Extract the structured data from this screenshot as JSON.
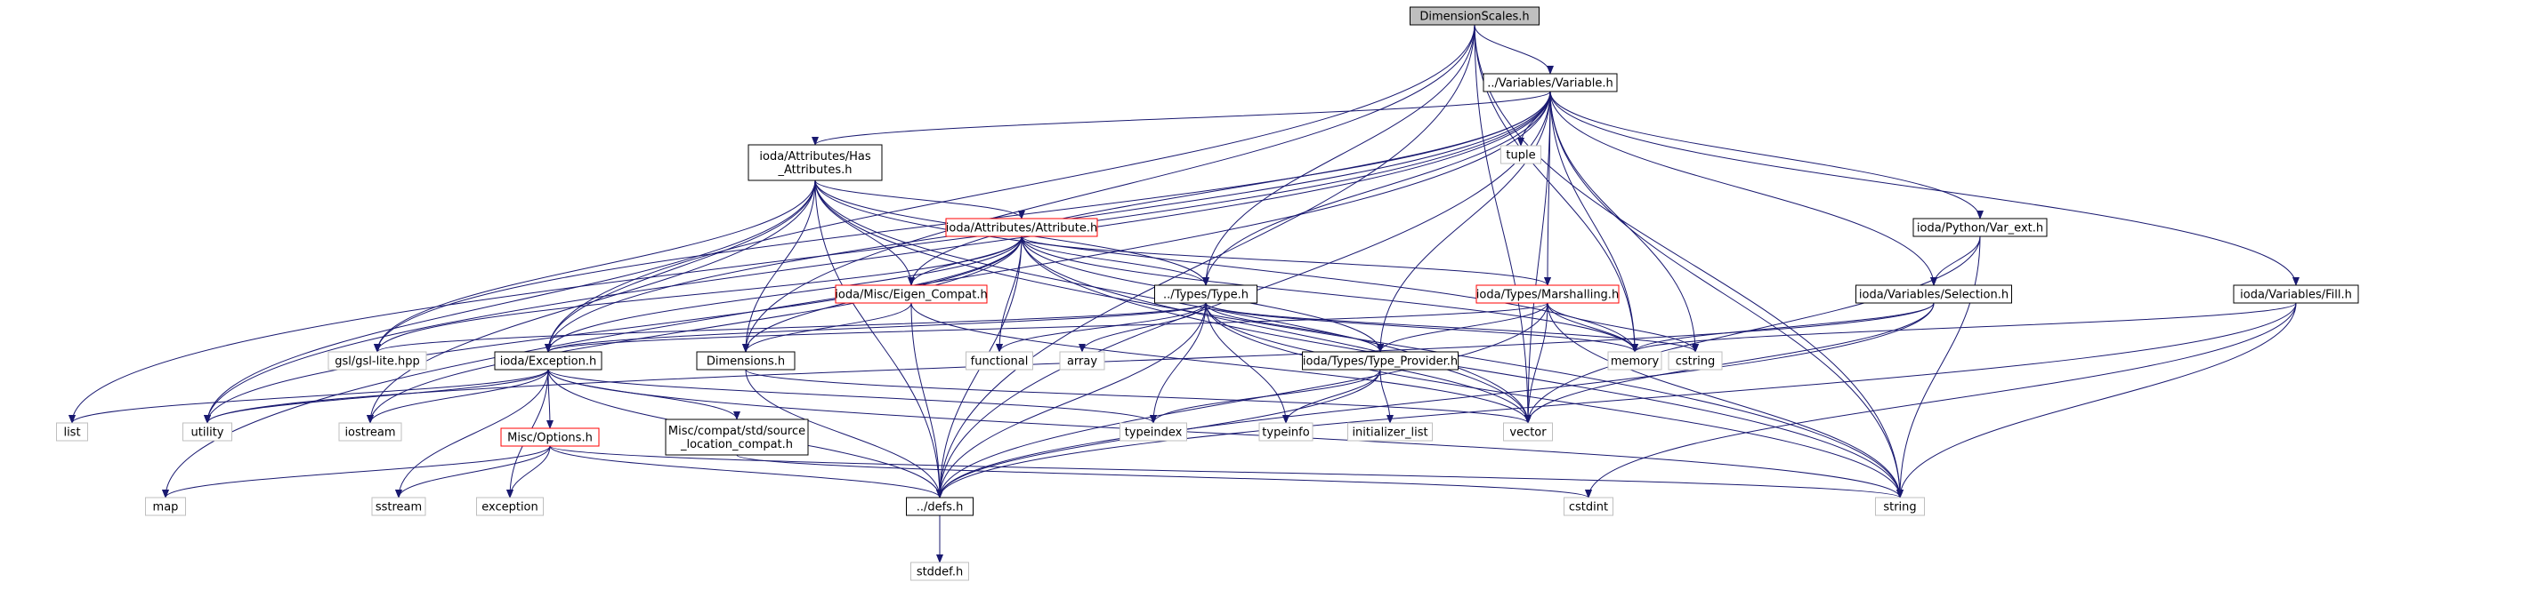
{
  "colors": {
    "background": "#ffffff",
    "edge": "#191970",
    "border_normal": "#000000",
    "border_red": "#ff0000",
    "border_gray": "#bfbfbf",
    "root_fill": "#bfbfbf",
    "node_fill": "#ffffff"
  },
  "nodes": [
    {
      "id": "dimscales",
      "label": "DimensionScales.h",
      "style": "root"
    },
    {
      "id": "variable",
      "label": "../Variables/Variable.h",
      "style": "normal"
    },
    {
      "id": "hasattrs",
      "lines": [
        "ioda/Attributes/Has",
        "_Attributes.h"
      ],
      "style": "normal"
    },
    {
      "id": "attribute",
      "label": "ioda/Attributes/Attribute.h",
      "style": "red"
    },
    {
      "id": "eigen",
      "label": "ioda/Misc/Eigen_Compat.h",
      "style": "red"
    },
    {
      "id": "type",
      "label": "../Types/Type.h",
      "style": "normal"
    },
    {
      "id": "marshalling",
      "label": "ioda/Types/Marshalling.h",
      "style": "red"
    },
    {
      "id": "pyvar",
      "label": "ioda/Python/Var_ext.h",
      "style": "normal"
    },
    {
      "id": "selection",
      "label": "ioda/Variables/Selection.h",
      "style": "normal"
    },
    {
      "id": "fill",
      "label": "ioda/Variables/Fill.h",
      "style": "normal"
    },
    {
      "id": "exception",
      "label": "ioda/Exception.h",
      "style": "normal"
    },
    {
      "id": "dimensions",
      "label": "Dimensions.h",
      "style": "normal"
    },
    {
      "id": "typeprovider",
      "label": "ioda/Types/Type_Provider.h",
      "style": "normal"
    },
    {
      "id": "options",
      "label": "Misc/Options.h",
      "style": "red"
    },
    {
      "id": "srcloc",
      "lines": [
        "Misc/compat/std/source",
        "_location_compat.h"
      ],
      "style": "normal"
    },
    {
      "id": "defs",
      "label": "../defs.h",
      "style": "normal"
    },
    {
      "id": "stddef",
      "label": "stddef.h",
      "style": "gray"
    },
    {
      "id": "tuple",
      "label": "tuple",
      "style": "gray"
    },
    {
      "id": "gsllite",
      "label": "gsl/gsl-lite.hpp",
      "style": "gray"
    },
    {
      "id": "functional",
      "label": "functional",
      "style": "gray"
    },
    {
      "id": "array",
      "label": "array",
      "style": "gray"
    },
    {
      "id": "cstring",
      "label": "cstring",
      "style": "gray"
    },
    {
      "id": "memory",
      "label": "memory",
      "style": "gray"
    },
    {
      "id": "list",
      "label": "list",
      "style": "gray"
    },
    {
      "id": "utility",
      "label": "utility",
      "style": "gray"
    },
    {
      "id": "iostream",
      "label": "iostream",
      "style": "gray"
    },
    {
      "id": "typeindex",
      "label": "typeindex",
      "style": "gray"
    },
    {
      "id": "typeinfo",
      "label": "typeinfo",
      "style": "gray"
    },
    {
      "id": "initlist",
      "label": "initializer_list",
      "style": "gray"
    },
    {
      "id": "vector",
      "label": "vector",
      "style": "gray"
    },
    {
      "id": "map",
      "label": "map",
      "style": "gray"
    },
    {
      "id": "sstream",
      "label": "sstream",
      "style": "gray"
    },
    {
      "id": "exceptionstd",
      "label": "exception",
      "style": "gray"
    },
    {
      "id": "cstdint",
      "label": "cstdint",
      "style": "gray"
    },
    {
      "id": "string",
      "label": "string",
      "style": "gray"
    }
  ],
  "edges": [
    [
      "dimscales",
      "variable"
    ],
    [
      "dimscales",
      "type"
    ],
    [
      "dimscales",
      "dimensions"
    ],
    [
      "dimscales",
      "memory"
    ],
    [
      "dimscales",
      "vector"
    ],
    [
      "dimscales",
      "string"
    ],
    [
      "dimscales",
      "exception"
    ],
    [
      "dimscales",
      "defs"
    ],
    [
      "variable",
      "hasattrs"
    ],
    [
      "variable",
      "exception"
    ],
    [
      "variable",
      "eigen"
    ],
    [
      "variable",
      "type"
    ],
    [
      "variable",
      "marshalling"
    ],
    [
      "variable",
      "typeprovider"
    ],
    [
      "variable",
      "tuple"
    ],
    [
      "variable",
      "cstring"
    ],
    [
      "variable",
      "memory"
    ],
    [
      "variable",
      "pyvar"
    ],
    [
      "variable",
      "selection"
    ],
    [
      "variable",
      "fill"
    ],
    [
      "variable",
      "gsllite"
    ],
    [
      "variable",
      "list"
    ],
    [
      "variable",
      "map"
    ],
    [
      "variable",
      "vector"
    ],
    [
      "variable",
      "string"
    ],
    [
      "variable",
      "defs"
    ],
    [
      "variable",
      "utility"
    ],
    [
      "hasattrs",
      "attribute"
    ],
    [
      "hasattrs",
      "eigen"
    ],
    [
      "hasattrs",
      "type"
    ],
    [
      "hasattrs",
      "exception"
    ],
    [
      "hasattrs",
      "dimensions"
    ],
    [
      "hasattrs",
      "gsllite"
    ],
    [
      "hasattrs",
      "utility"
    ],
    [
      "hasattrs",
      "iostream"
    ],
    [
      "hasattrs",
      "memory"
    ],
    [
      "hasattrs",
      "vector"
    ],
    [
      "hasattrs",
      "string"
    ],
    [
      "hasattrs",
      "defs"
    ],
    [
      "attribute",
      "eigen"
    ],
    [
      "attribute",
      "type"
    ],
    [
      "attribute",
      "marshalling"
    ],
    [
      "attribute",
      "typeprovider"
    ],
    [
      "attribute",
      "exception"
    ],
    [
      "attribute",
      "dimensions"
    ],
    [
      "attribute",
      "gsllite"
    ],
    [
      "attribute",
      "functional"
    ],
    [
      "attribute",
      "memory"
    ],
    [
      "attribute",
      "vector"
    ],
    [
      "attribute",
      "string"
    ],
    [
      "attribute",
      "defs"
    ],
    [
      "attribute",
      "iostream"
    ],
    [
      "attribute",
      "utility"
    ],
    [
      "eigen",
      "dimensions"
    ],
    [
      "eigen",
      "defs"
    ],
    [
      "eigen",
      "vector"
    ],
    [
      "type",
      "typeprovider"
    ],
    [
      "type",
      "exception"
    ],
    [
      "type",
      "gsllite"
    ],
    [
      "type",
      "functional"
    ],
    [
      "type",
      "array"
    ],
    [
      "type",
      "cstring"
    ],
    [
      "type",
      "memory"
    ],
    [
      "type",
      "typeindex"
    ],
    [
      "type",
      "typeinfo"
    ],
    [
      "type",
      "vector"
    ],
    [
      "type",
      "string"
    ],
    [
      "type",
      "defs"
    ],
    [
      "marshalling",
      "typeprovider"
    ],
    [
      "marshalling",
      "exception"
    ],
    [
      "marshalling",
      "cstring"
    ],
    [
      "marshalling",
      "memory"
    ],
    [
      "marshalling",
      "vector"
    ],
    [
      "marshalling",
      "string"
    ],
    [
      "marshalling",
      "defs"
    ],
    [
      "pyvar",
      "selection"
    ],
    [
      "pyvar",
      "vector"
    ],
    [
      "pyvar",
      "string"
    ],
    [
      "selection",
      "memory"
    ],
    [
      "selection",
      "vector"
    ],
    [
      "selection",
      "defs"
    ],
    [
      "selection",
      "utility"
    ],
    [
      "fill",
      "memory"
    ],
    [
      "fill",
      "string"
    ],
    [
      "fill",
      "defs"
    ],
    [
      "fill",
      "cstdint"
    ],
    [
      "exception",
      "options"
    ],
    [
      "exception",
      "srcloc"
    ],
    [
      "exception",
      "list"
    ],
    [
      "exception",
      "utility"
    ],
    [
      "exception",
      "iostream"
    ],
    [
      "exception",
      "sstream"
    ],
    [
      "exception",
      "exceptionstd"
    ],
    [
      "exception",
      "string"
    ],
    [
      "exception",
      "defs"
    ],
    [
      "exception",
      "typeindex"
    ],
    [
      "dimensions",
      "defs"
    ],
    [
      "dimensions",
      "vector"
    ],
    [
      "typeprovider",
      "typeindex"
    ],
    [
      "typeprovider",
      "typeinfo"
    ],
    [
      "typeprovider",
      "initlist"
    ],
    [
      "typeprovider",
      "defs"
    ],
    [
      "options",
      "map"
    ],
    [
      "options",
      "sstream"
    ],
    [
      "options",
      "exceptionstd"
    ],
    [
      "options",
      "string"
    ],
    [
      "options",
      "defs"
    ],
    [
      "srcloc",
      "cstdint"
    ],
    [
      "defs",
      "stddef"
    ]
  ]
}
